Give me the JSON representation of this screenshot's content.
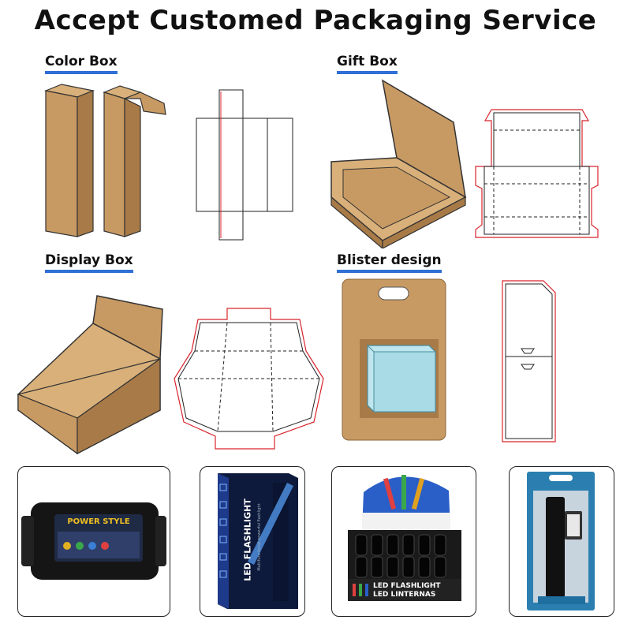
{
  "page": {
    "title": "Accept Customed Packaging Service"
  },
  "sections": {
    "color_box": "Color Box",
    "gift_box": "Gift Box",
    "display_box": "Display Box",
    "blister": "Blister design"
  },
  "products": {
    "case_label": "POWER STYLE",
    "flashlight_box_text": "LED FLASHLIGHT",
    "flashlight_box_sub": "Multifunctional powerful flashlight",
    "display_text_1": "LED FLASHLIGHT",
    "display_text_2": "LED LINTERNAS"
  },
  "colors": {
    "kraft": "#c89a63",
    "kraft_dark": "#a77a47",
    "accent_blue": "#2f6fd6",
    "die_red": "#d8242c"
  }
}
